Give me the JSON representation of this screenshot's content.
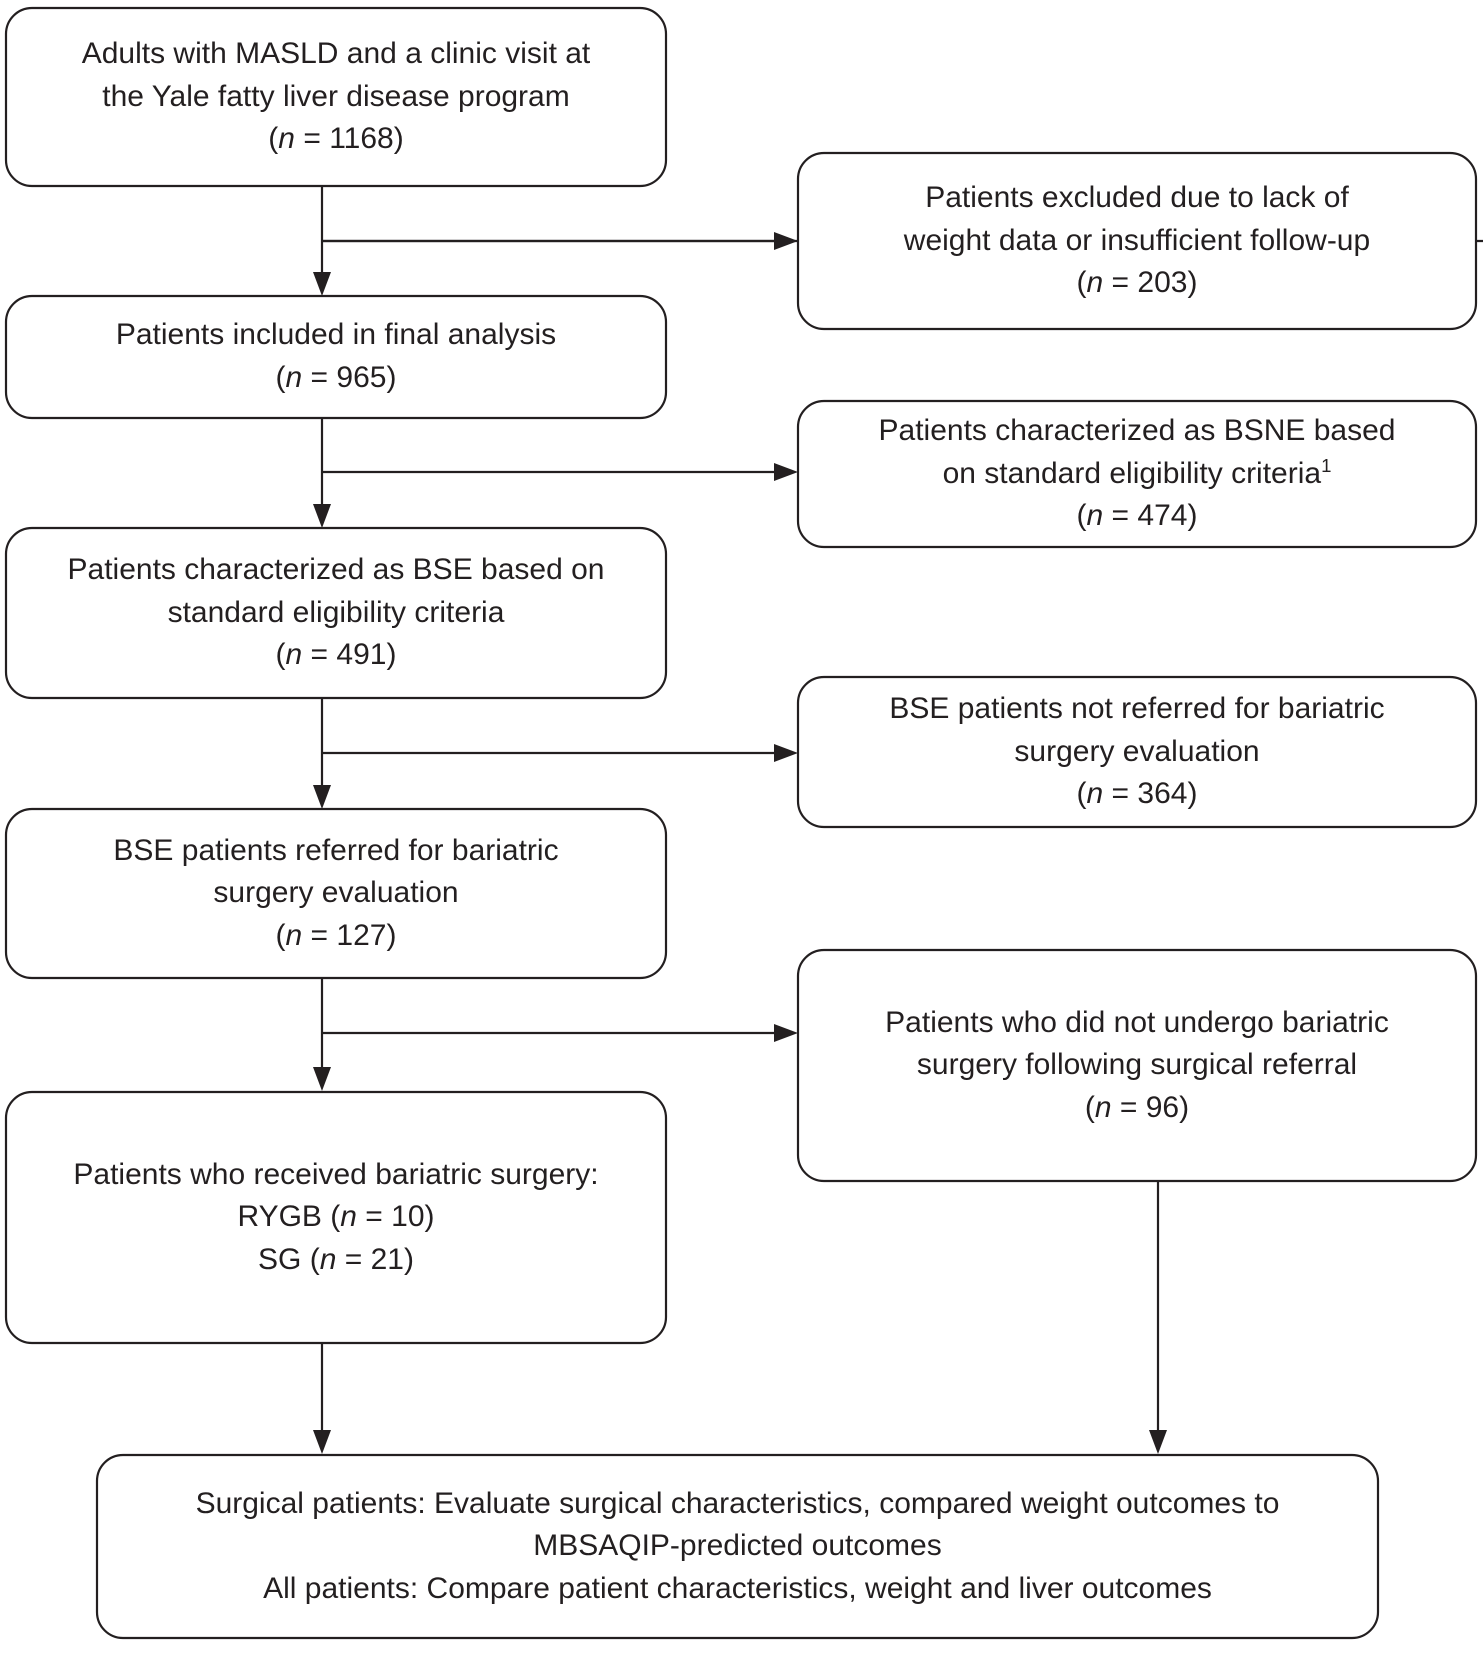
{
  "figure": {
    "type": "flowchart",
    "title": "Patient selection flow diagram",
    "orientation": "top-to-bottom with right-side exclusion branches",
    "colors": {
      "stroke": "#231f20",
      "fill": "#ffffff",
      "text": "#231f20"
    }
  },
  "nodes": {
    "source_population": {
      "id": "source-population",
      "lines": [
        "Adults with MASLD and a clinic visit at",
        "the Yale fatty liver disease program"
      ],
      "count_prefix": "(",
      "count_var": "n",
      "count_eq": " = ",
      "count_value": "1168",
      "count_suffix": ")",
      "n_label": "(n = 1168)"
    },
    "excluded_weight_data": {
      "id": "excluded-weight-data",
      "lines": [
        "Patients excluded due to lack of",
        "weight data or insufficient follow-up"
      ],
      "count_var": "n",
      "count_value": "203",
      "n_label": "(n = 203)"
    },
    "final_analysis": {
      "id": "final-analysis",
      "lines": [
        "Patients included in final analysis"
      ],
      "count_var": "n",
      "count_value": "965",
      "n_label": "(n = 965)"
    },
    "bsne": {
      "id": "bsne-group",
      "lines": [
        "Patients characterized as BSNE based",
        "on standard eligibility criteria"
      ],
      "footnote_marker": "1",
      "count_var": "n",
      "count_value": "474",
      "n_label": "(n = 474)"
    },
    "bse": {
      "id": "bse-group",
      "lines": [
        "Patients characterized as BSE based on",
        "standard eligibility criteria"
      ],
      "count_var": "n",
      "count_value": "491",
      "n_label": "(n = 491)"
    },
    "bse_not_referred": {
      "id": "bse-not-referred",
      "lines": [
        "BSE patients not referred for bariatric",
        "surgery evaluation"
      ],
      "count_var": "n",
      "count_value": "364",
      "n_label": "(n = 364)"
    },
    "bse_referred": {
      "id": "bse-referred",
      "lines": [
        "BSE patients referred for bariatric",
        "surgery evaluation"
      ],
      "count_var": "n",
      "count_value": "127",
      "n_label": "(n = 127)"
    },
    "no_surgery": {
      "id": "no-surgery-after-referral",
      "lines": [
        "Patients who did not undergo bariatric",
        "surgery following surgical referral"
      ],
      "count_var": "n",
      "count_value": "96",
      "n_label": "(n = 96)"
    },
    "received_surgery": {
      "id": "received-surgery",
      "lines": [
        "Patients who received bariatric surgery:"
      ],
      "procedures": [
        {
          "name": "RYGB",
          "count_var": "n",
          "count_value": "10",
          "label": "RYGB (n = 10)"
        },
        {
          "name": "SG",
          "count_var": "n",
          "count_value": "21",
          "label": "SG (n = 21)"
        }
      ]
    },
    "outcomes": {
      "id": "outcomes-analysis",
      "lines": [
        "Surgical patients: Evaluate surgical characteristics, compared weight outcomes to",
        "MBSAQIP-predicted outcomes",
        "All patients: Compare patient characteristics, weight and liver outcomes"
      ]
    }
  },
  "edges": [
    {
      "from": "source_population",
      "to": "final_analysis",
      "kind": "down-arrow"
    },
    {
      "from": "source_population",
      "to": "excluded_weight_data",
      "kind": "right-branch-arrow"
    },
    {
      "from": "final_analysis",
      "to": "bse",
      "kind": "down-arrow"
    },
    {
      "from": "final_analysis",
      "to": "bsne",
      "kind": "right-branch-arrow"
    },
    {
      "from": "bse",
      "to": "bse_referred",
      "kind": "down-arrow"
    },
    {
      "from": "bse",
      "to": "bse_not_referred",
      "kind": "right-branch-arrow"
    },
    {
      "from": "bse_referred",
      "to": "received_surgery",
      "kind": "down-arrow"
    },
    {
      "from": "bse_referred",
      "to": "no_surgery",
      "kind": "right-branch-arrow"
    },
    {
      "from": "received_surgery",
      "to": "outcomes",
      "kind": "down-arrow"
    },
    {
      "from": "no_surgery",
      "to": "outcomes",
      "kind": "down-arrow"
    }
  ]
}
